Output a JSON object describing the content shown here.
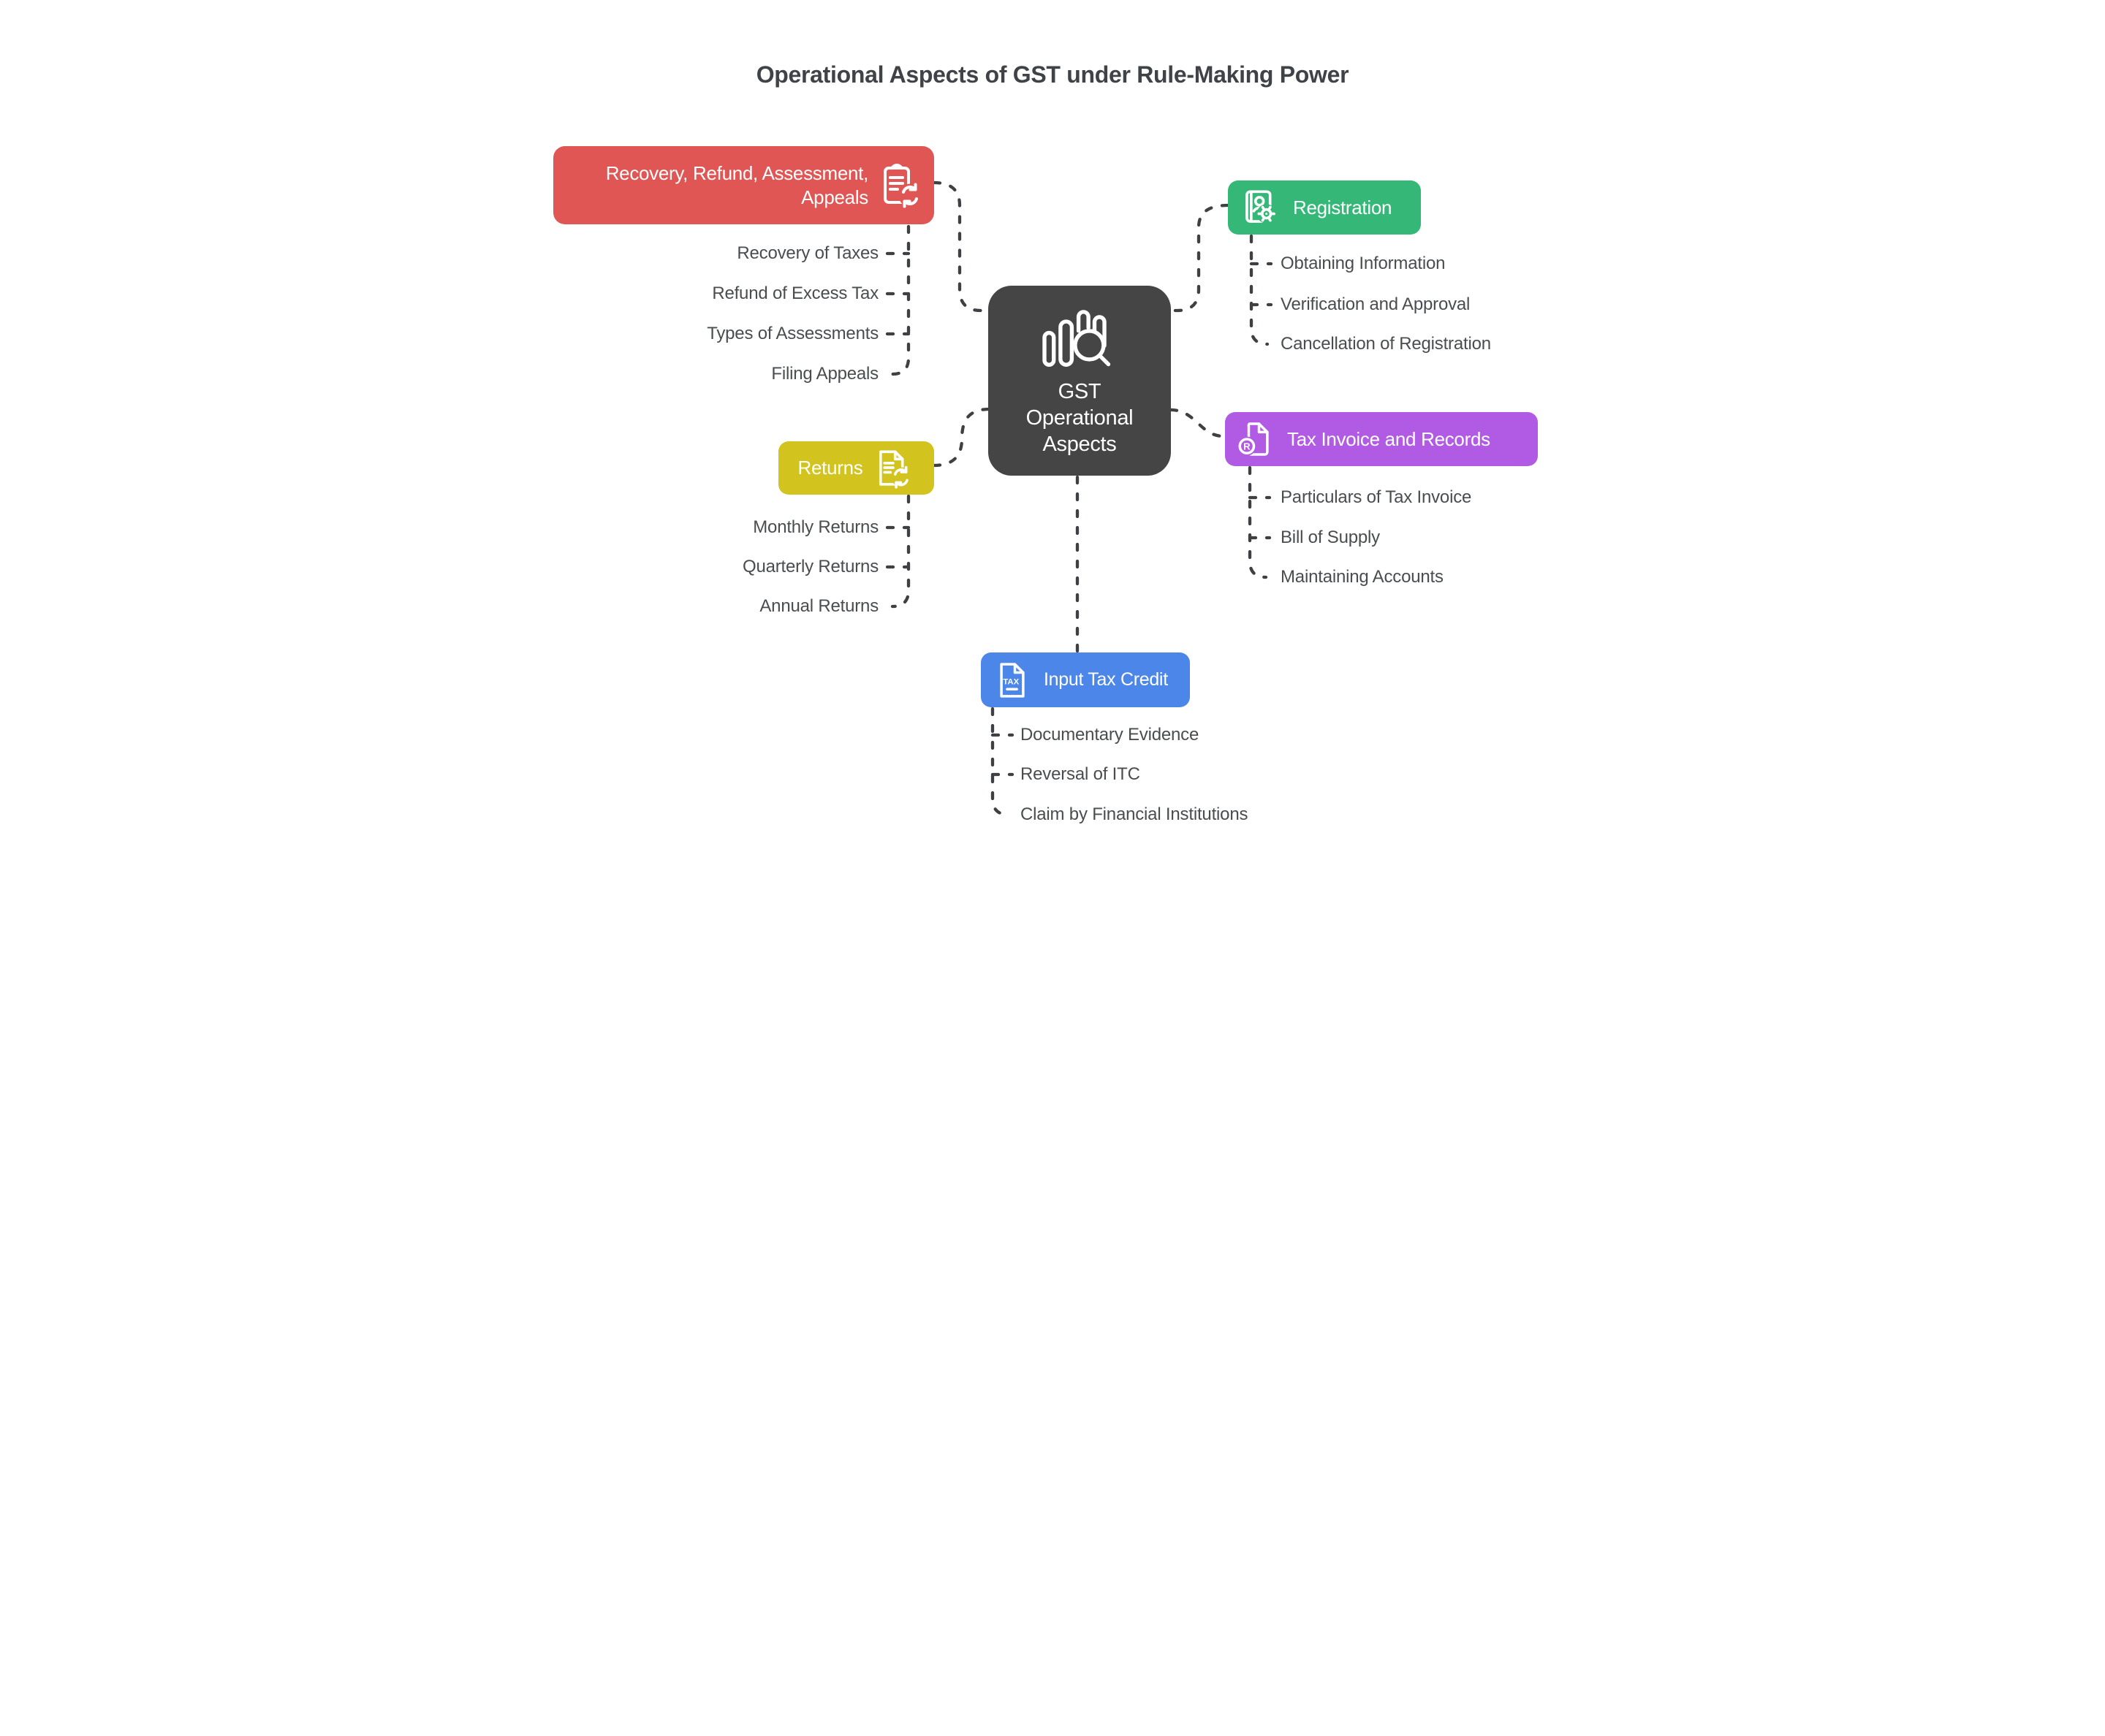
{
  "title": "Operational Aspects of GST under Rule-Making Power",
  "center": {
    "icon": "bar-chart-magnifier-icon",
    "lines": [
      "GST",
      "Operational",
      "Aspects"
    ],
    "color": "#454545"
  },
  "branches": {
    "recovery": {
      "label": "Recovery, Refund, Assessment, Appeals",
      "label_line1": "Recovery, Refund, Assessment,",
      "label_line2": "Appeals",
      "color": "#e05654",
      "icon": "clipboard-sync-icon",
      "items": [
        "Recovery of Taxes",
        "Refund of Excess Tax",
        "Types of Assessments",
        "Filing Appeals"
      ]
    },
    "registration": {
      "label": "Registration",
      "color": "#35b877",
      "icon": "contact-book-gear-icon",
      "items": [
        "Obtaining Information",
        "Verification and Approval",
        "Cancellation of Registration"
      ]
    },
    "returns": {
      "label": "Returns",
      "color": "#d2c31e",
      "icon": "document-sync-icon",
      "items": [
        "Monthly Returns",
        "Quarterly Returns",
        "Annual Returns"
      ]
    },
    "tax_invoice": {
      "label": "Tax Invoice and Records",
      "color": "#b15be4",
      "icon": "invoice-rupee-icon",
      "items": [
        "Particulars of Tax Invoice",
        "Bill of Supply",
        "Maintaining Accounts"
      ]
    },
    "input_tax_credit": {
      "label": "Input Tax Credit",
      "color": "#4c86e8",
      "icon": "tax-document-icon",
      "items": [
        "Documentary Evidence",
        "Reversal of ITC",
        "Claim by Financial Institutions"
      ]
    }
  },
  "icons": {
    "tax_label": "TAX",
    "rupee_label": "R"
  },
  "style": {
    "connector_color": "#3e4043",
    "sub_item_text_color": "#4a4d50",
    "title_color": "#3f4347",
    "node_text_color": "#ffffff"
  }
}
